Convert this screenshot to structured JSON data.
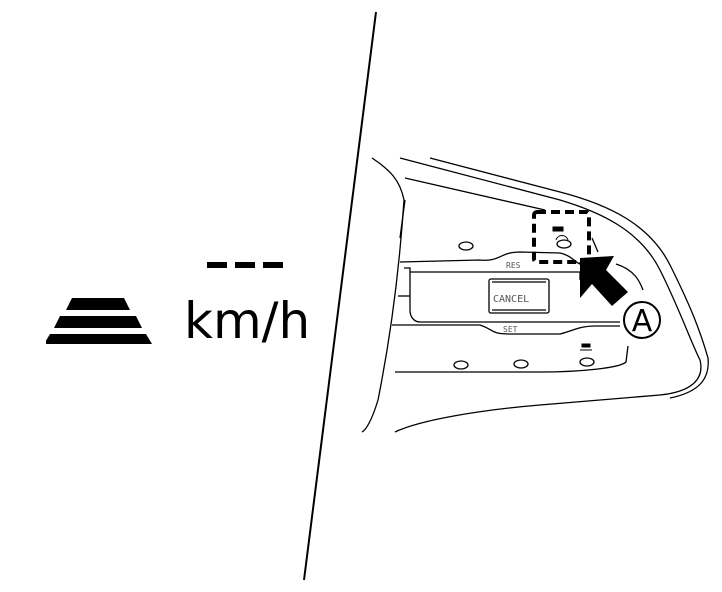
{
  "display_panel": {
    "set_speed_value": "---",
    "speed_unit": "km/h",
    "icon": "distance-bars-icon"
  },
  "steering_switch": {
    "buttons": [
      {
        "label": "RES",
        "position": "upper"
      },
      {
        "label": "CANCEL",
        "position": "center"
      },
      {
        "label": "SET",
        "position": "lower"
      }
    ],
    "highlighted_button": "distance-switch-icon",
    "callout_label": "A"
  },
  "colors": {
    "line": "#000000",
    "background": "#ffffff"
  }
}
